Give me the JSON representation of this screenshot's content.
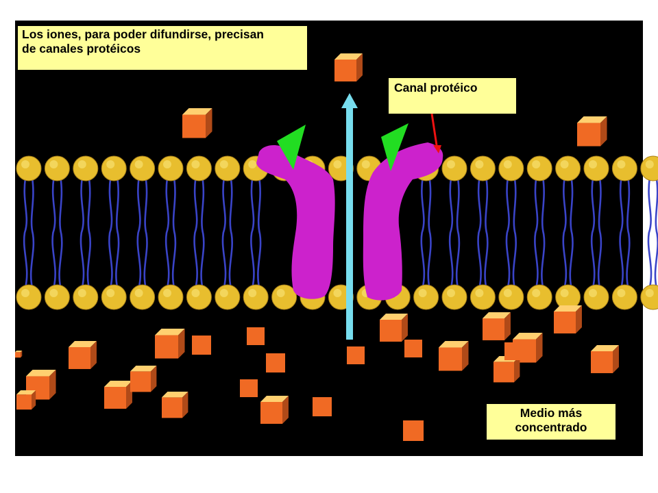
{
  "labels": {
    "title_line1": "Los iones, para poder difundirse, precisan",
    "title_line2": "de canales protéicos",
    "channel": "Canal protéico",
    "medium_line1": "Medio más",
    "medium_line2": "concentrado"
  },
  "colors": {
    "background": "#000000",
    "page": "#ffffff",
    "label_fill": "#ffff99",
    "phospholipid_head": "#e8be2e",
    "phospholipid_tail": "#3a44c8",
    "channel_protein": "#cc22cc",
    "gate": "#22dd22",
    "transport_arrow": "#77ddee",
    "pointer_arrow": "#ee1111",
    "ion": "#f06a24",
    "ion_highlight": "#ffd070",
    "ion_shadow": "#b04a18"
  },
  "icons": {
    "ion": "cube-icon",
    "gate": "triangle-gate-icon",
    "transport": "up-arrow-icon",
    "pointer": "red-pointer-arrow-icon"
  }
}
